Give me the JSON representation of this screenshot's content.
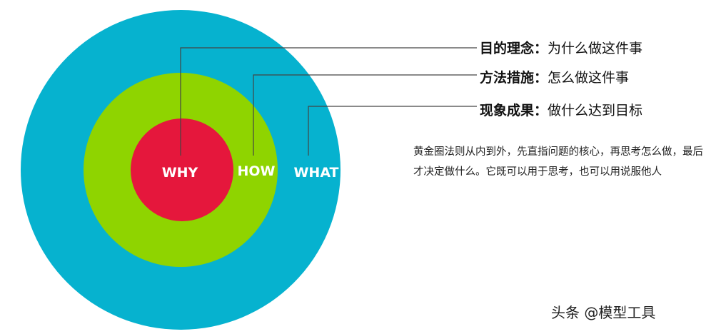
{
  "colors": {
    "outer_circle": "#06b2cf",
    "middle_circle": "#8fd400",
    "inner_circle": "#e5173c",
    "connector_line": "#444444"
  },
  "circles": {
    "inner_label": "WHY",
    "middle_label": "HOW",
    "outer_label": "WHAT"
  },
  "legend": [
    {
      "key": "目的理念：",
      "value": "为什么做这件事"
    },
    {
      "key": "方法措施：",
      "value": "怎么做这件事"
    },
    {
      "key": "现象成果：",
      "value": "做什么达到目标"
    }
  ],
  "description": "黄金圈法则从内到外，先直指问题的核心，再思考怎么做，最后才决定做什么。它既可以用于思考，也可以用说服他人",
  "watermark": "头条 @模型工具"
}
